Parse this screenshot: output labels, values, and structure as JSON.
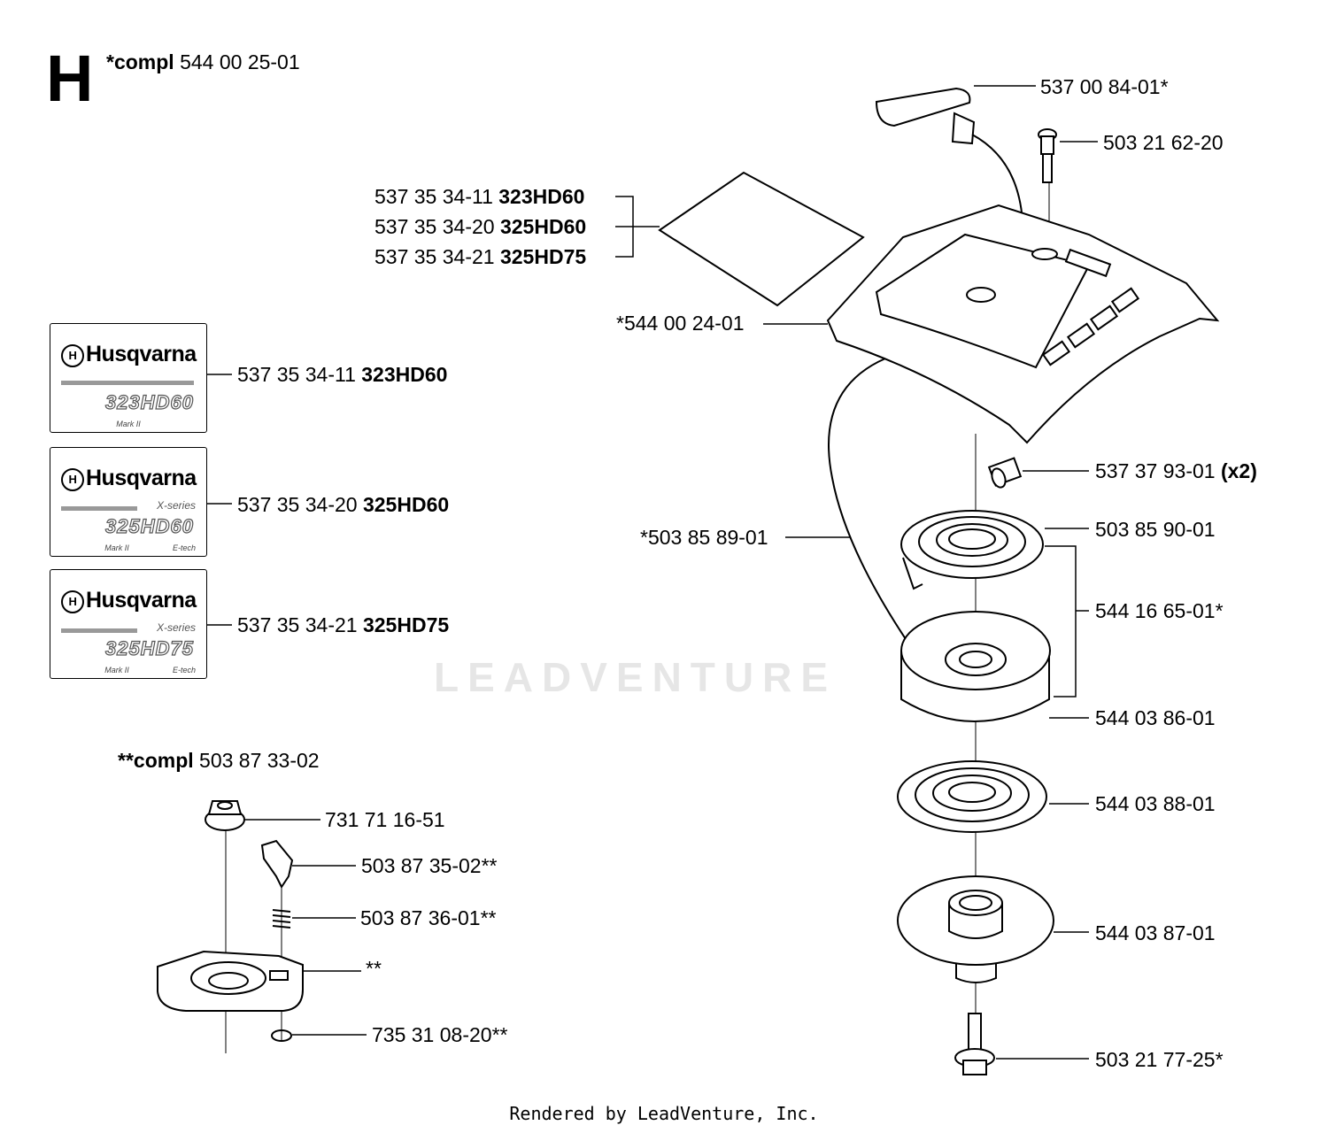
{
  "section_letter": "H",
  "main_assembly": {
    "prefix": "*compl",
    "number": "544 00 25-01"
  },
  "sub_assembly": {
    "prefix": "**compl",
    "number": "503 87 33-02"
  },
  "parts": {
    "handle": "537 00 84-01*",
    "screw_top": "503 21 62-20",
    "decal_a": {
      "num": "537 35 34-11",
      "model": "323HD60"
    },
    "decal_b": {
      "num": "537 35 34-20",
      "model": "325HD60"
    },
    "decal_c": {
      "num": "537 35 34-21",
      "model": "325HD75"
    },
    "cover": "*544 00 24-01",
    "bushing": {
      "num": "537 37 93-01",
      "qty": "(x2)"
    },
    "cord": "*503 85 89-01",
    "spring_upper": "503 85 90-01",
    "pulley_kit": "544 16 65-01*",
    "pulley": "544 03 86-01",
    "spring_lower": "544 03 88-01",
    "hub": "544 03 87-01",
    "screw_bottom": "503  21 77-25*",
    "nut": "731 71 16-51",
    "pawl": "503 87 35-02**",
    "pawl_spring": "503 87 36-01**",
    "carrier": "**",
    "clip": "735 31 08-20**"
  },
  "decals": [
    {
      "brand": "Husqvarna",
      "series": "",
      "model": "323HD60",
      "fine": [
        "",
        "Mark II",
        ""
      ]
    },
    {
      "brand": "Husqvarna",
      "series": "X-series",
      "model": "325HD60",
      "fine": [
        "",
        "Mark II",
        "E-tech"
      ]
    },
    {
      "brand": "Husqvarna",
      "series": "X-series",
      "model": "325HD75",
      "fine": [
        "",
        "Mark II",
        "E-tech"
      ]
    }
  ],
  "watermark": "LEADVENTURE",
  "footer": "Rendered by LeadVenture, Inc."
}
